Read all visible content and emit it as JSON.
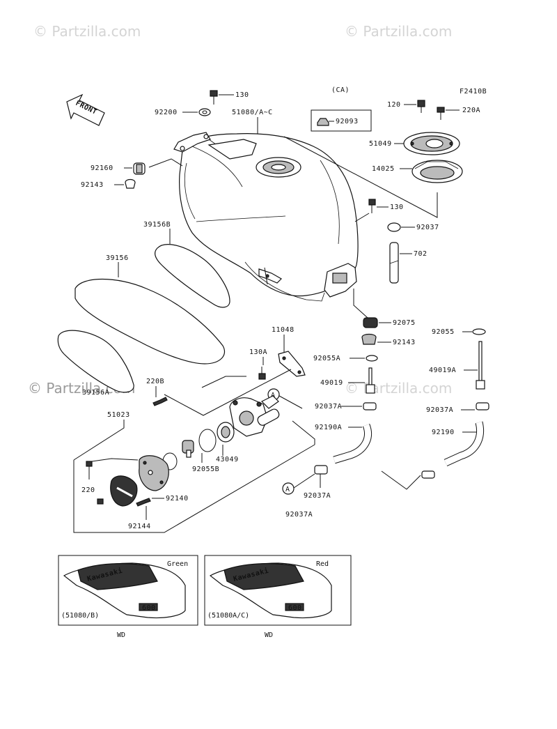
{
  "watermarks": {
    "top_left": "© Partzilla.com",
    "top_right": "© Partzilla.com",
    "mid_left": "© Partzilla.com",
    "mid_right": "© Partzilla.com"
  },
  "figure_code": "F2410B",
  "front_arrow": "FRONT",
  "ca_label": "(CA)",
  "parts": {
    "p130_top": "130",
    "p92200": "92200",
    "p51080": "51080/A~C",
    "p92093": "92093",
    "p120": "120",
    "p220A": "220A",
    "p51049": "51049",
    "p14025": "14025",
    "p92160": "92160",
    "p92143_top": "92143",
    "p130_mid": "130",
    "p92037_top": "92037",
    "p39156B": "39156B",
    "p702": "702",
    "p39156": "39156",
    "p92075": "92075",
    "p92055": "92055",
    "p11048": "11048",
    "p92143_mid": "92143",
    "p130A": "130A",
    "p92055A": "92055A",
    "p49019A": "49019A",
    "p220B": "220B",
    "p49019": "49019",
    "p39156A": "39156A",
    "p51023": "51023",
    "p92037A_a": "92037A",
    "p92037A_b": "92037A",
    "p92190A": "92190A",
    "p92190": "92190",
    "p43049": "43049",
    "p92055B": "92055B",
    "p220": "220",
    "p92140": "92140",
    "p92144": "92144",
    "p92037A_c": "92037A",
    "p92037A_d": "92037A"
  },
  "callout_A": "A",
  "insets": [
    {
      "color": "Green",
      "code": "(51080/B)",
      "logo": "Kawasaki",
      "badge": "600",
      "note": "WD"
    },
    {
      "color": "Red",
      "code": "(51080A/C)",
      "logo": "Kawasaki",
      "badge": "600",
      "note": "WD"
    }
  ]
}
